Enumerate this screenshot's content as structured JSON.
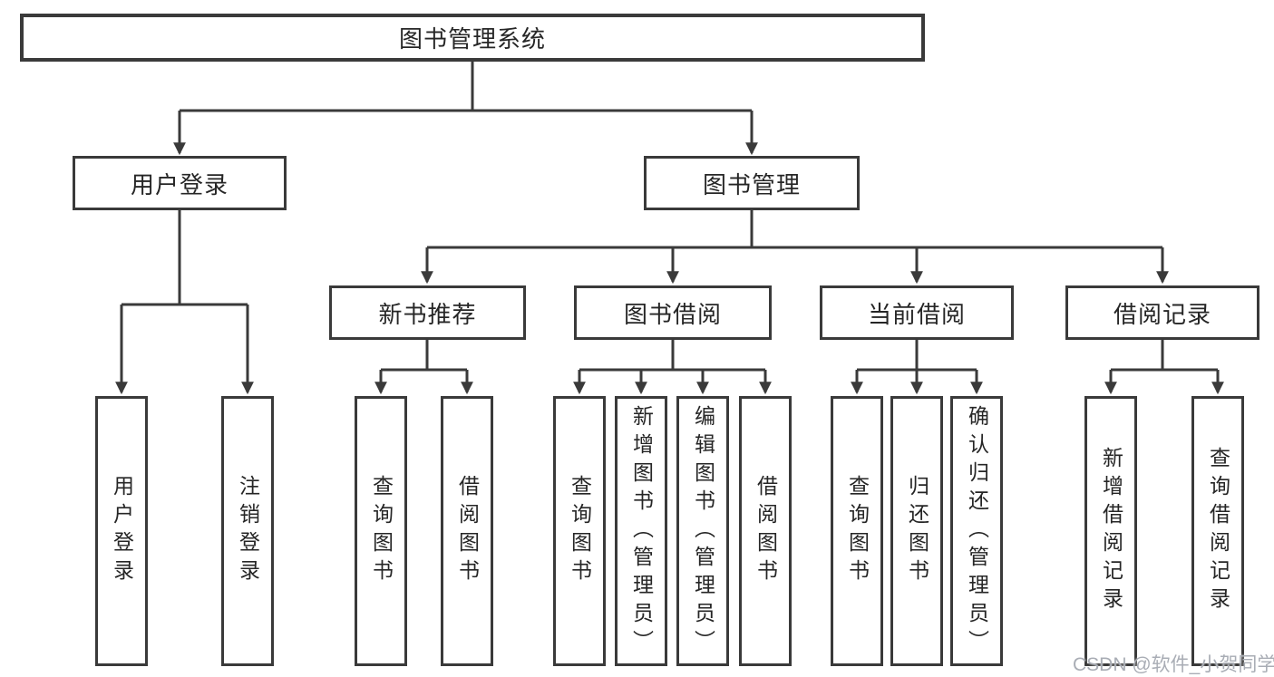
{
  "diagram": {
    "root_label": "图书管理系统",
    "level2": [
      {
        "label": "用户登录",
        "children": [
          {
            "label": "用户登录"
          },
          {
            "label": "注销登录"
          }
        ]
      },
      {
        "label": "图书管理"
      }
    ],
    "level3": [
      {
        "label": "新书推荐",
        "children": [
          {
            "label": "查询图书"
          },
          {
            "label": "借阅图书"
          }
        ]
      },
      {
        "label": "图书借阅",
        "children": [
          {
            "label": "查询图书"
          },
          {
            "label": "新增图书（管理员）"
          },
          {
            "label": "编辑图书（管理员）"
          },
          {
            "label": "借阅图书"
          }
        ]
      },
      {
        "label": "当前借阅",
        "children": [
          {
            "label": "查询图书"
          },
          {
            "label": "归还图书"
          },
          {
            "label": "确认归还（管理员）"
          }
        ]
      },
      {
        "label": "借阅记录",
        "children": [
          {
            "label": "新增借阅记录"
          },
          {
            "label": "查询借阅记录"
          }
        ]
      }
    ]
  },
  "watermark": {
    "text": "CSDN @软件_小贺同学"
  },
  "colors": {
    "line": "#3a3a3a",
    "box_border": "#3a3a3a",
    "text": "#262626",
    "watermark": "#a9adb5",
    "background": "#ffffff"
  }
}
